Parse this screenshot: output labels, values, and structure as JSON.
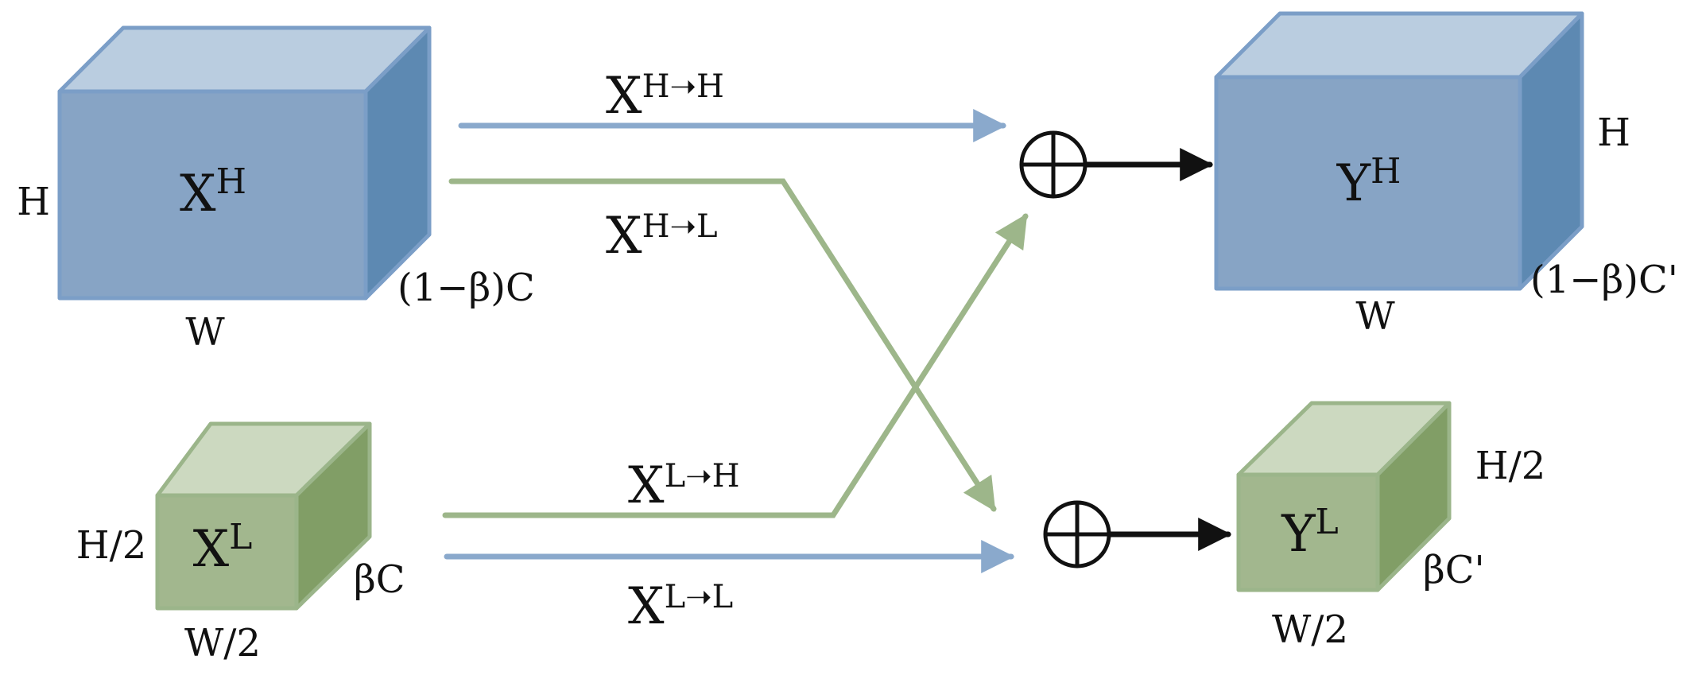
{
  "colors": {
    "blue_front": "#87a4c5",
    "blue_top": "#bacde0",
    "blue_side": "#5d89b2",
    "blue_edge": "#7b9ec7",
    "green_front": "#a2b78e",
    "green_top": "#ccd9c0",
    "green_side": "#819e66",
    "green_edge": "#9bb58a",
    "arrow_blue": "#8aa9cc",
    "arrow_green": "#9db68a",
    "black": "#111111"
  },
  "blocks": {
    "xh": {
      "base": "X",
      "sup": "H",
      "height_label": "H",
      "width_label": "W",
      "depth_label": "(1−β)C"
    },
    "xl": {
      "base": "X",
      "sup": "L",
      "height_label": "H/2",
      "width_label": "W/2",
      "depth_label": "βC"
    },
    "yh": {
      "base": "Y",
      "sup": "H",
      "height_label": "H",
      "width_label": "W",
      "depth_label": "(1−β)C'"
    },
    "yl": {
      "base": "Y",
      "sup": "L",
      "height_label": "H/2",
      "width_label": "W/2",
      "depth_label": "βC'"
    }
  },
  "paths": {
    "h_to_h": {
      "base": "X",
      "sup": "H➝H"
    },
    "h_to_l": {
      "base": "X",
      "sup": "H➝L"
    },
    "l_to_h": {
      "base": "X",
      "sup": "L➝H"
    },
    "l_to_l": {
      "base": "X",
      "sup": "L➝L"
    }
  },
  "sum_symbol": "⊕"
}
